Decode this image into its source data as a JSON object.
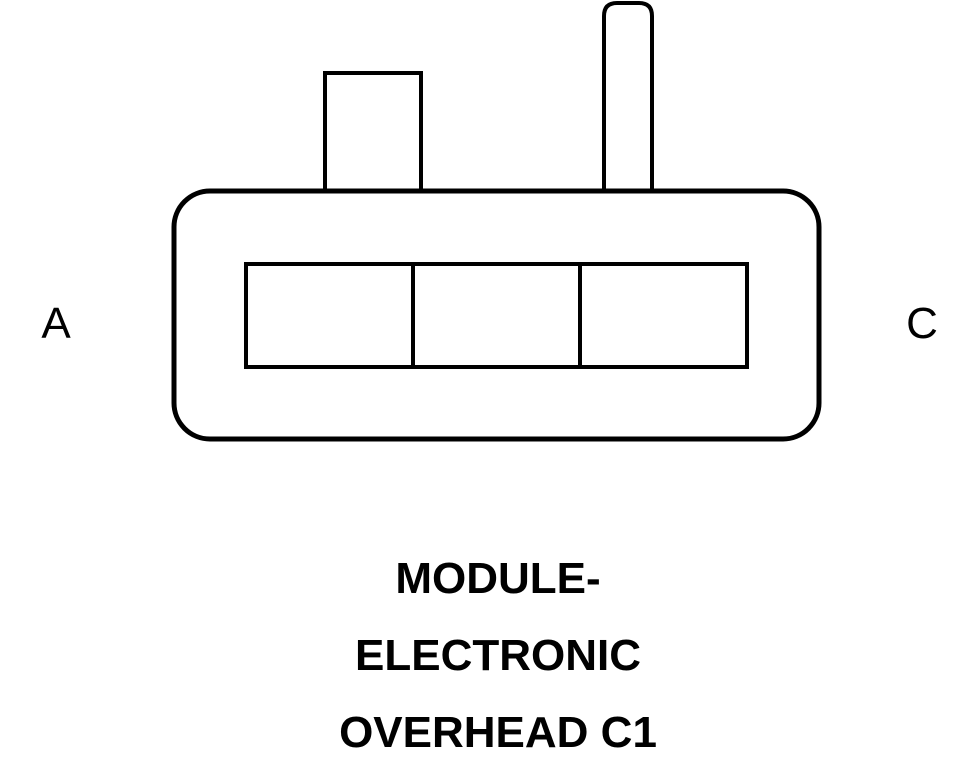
{
  "colors": {
    "background": "#ffffff",
    "stroke": "#000000"
  },
  "connector": {
    "pin_left_label": "A",
    "pin_right_label": "C",
    "cavity_count": 3
  },
  "title": {
    "line1": "MODULE-",
    "line2": "ELECTRONIC",
    "line3": "OVERHEAD C1"
  }
}
